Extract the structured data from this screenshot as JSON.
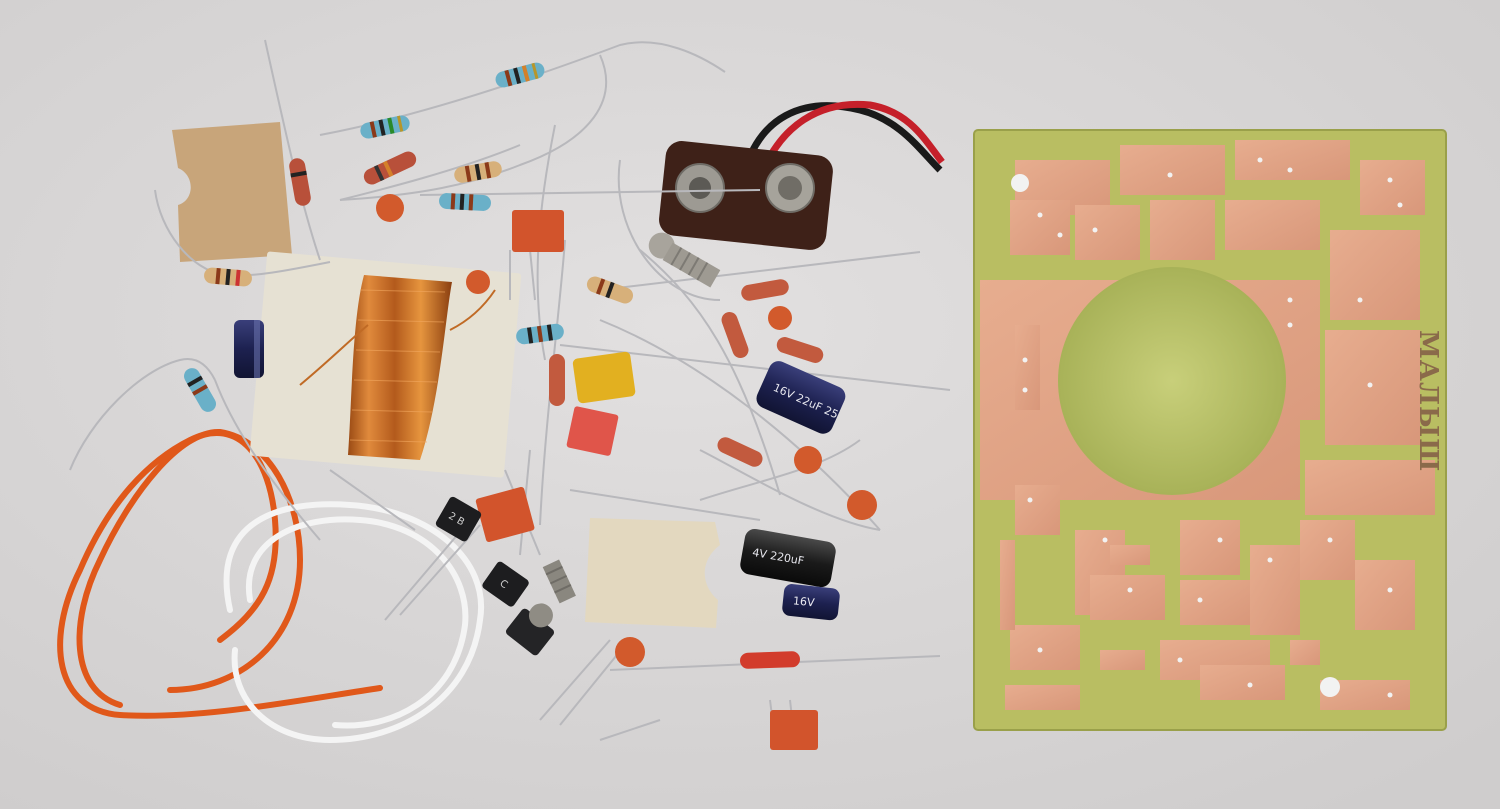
{
  "photo": {
    "background_color": "#dad8d8",
    "pcb_label": "МАЛЫШ",
    "capacitor_marking_1": "16V 22uF 25",
    "capacitor_marking_2": "4V 220uF",
    "capacitor_marking_3": "16V",
    "transistor_marking_1": "2 B",
    "transistor_marking_2": "C"
  }
}
